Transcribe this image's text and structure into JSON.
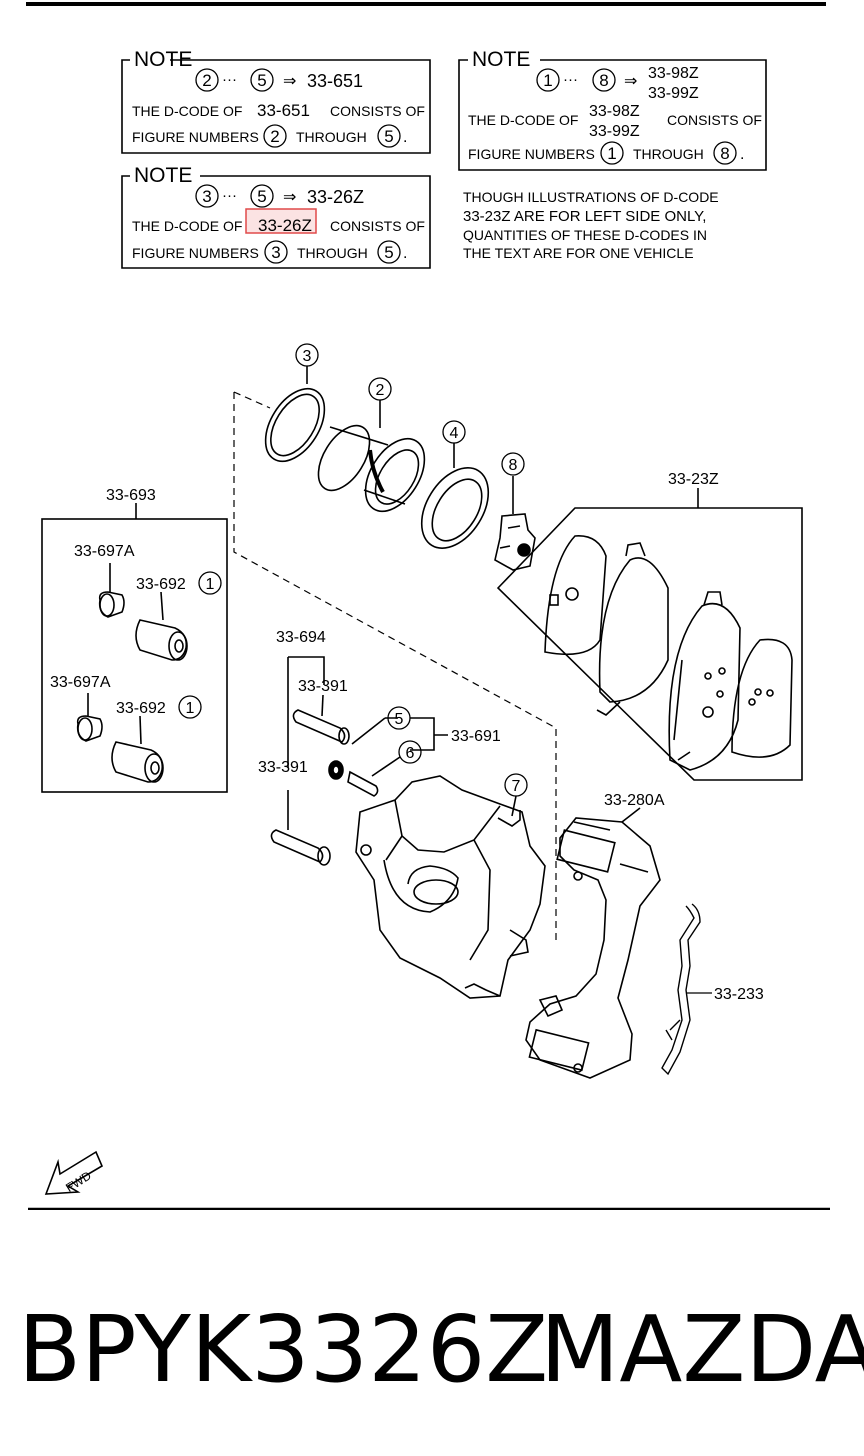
{
  "notes": [
    {
      "heading": "NOTE",
      "range_from": "2",
      "range_to": "5",
      "ellipsis": "···",
      "arrow": "⇒",
      "codes": [
        "33-651"
      ],
      "line1_prefix": "THE D-CODE OF",
      "line1_suffix": "CONSISTS OF",
      "line2_prefix": "FIGURE NUMBERS",
      "line2_mid": "THROUGH",
      "line2_end": "."
    },
    {
      "heading": "NOTE",
      "range_from": "1",
      "range_to": "8",
      "ellipsis": "···",
      "arrow": "⇒",
      "codes": [
        "33-98Z",
        "33-99Z"
      ],
      "line1_prefix": "THE D-CODE OF",
      "line1_suffix": "CONSISTS OF",
      "line2_prefix": "FIGURE NUMBERS",
      "line2_mid": "THROUGH",
      "line2_end": "."
    },
    {
      "heading": "NOTE",
      "range_from": "3",
      "range_to": "5",
      "ellipsis": "···",
      "arrow": "⇒",
      "codes": [
        "33-26Z"
      ],
      "line1_prefix": "THE D-CODE OF",
      "line1_suffix": "CONSISTS OF",
      "line2_prefix": "FIGURE NUMBERS",
      "line2_mid": "THROUGH",
      "line2_end": "."
    }
  ],
  "side_note": [
    "THOUGH  ILLUSTRATIONS  OF  D-CODE",
    "33-23Z   ARE  FOR  LEFT  SIDE  ONLY,",
    "QUANTITIES  OF  THESE  D-CODES  IN",
    "THE  TEXT  ARE  FOR  ONE  VEHICLE"
  ],
  "callouts": {
    "n1": "1",
    "n2": "2",
    "n3": "3",
    "n4": "4",
    "n5": "5",
    "n6": "6",
    "n7": "7",
    "n8": "8"
  },
  "labels": {
    "group_693": "33-693",
    "p697a": "33-697A",
    "p692": "33-692",
    "p694": "33-694",
    "p391": "33-391",
    "p691": "33-691",
    "p23z": "33-23Z",
    "p280a": "33-280A",
    "p233": "33-233"
  },
  "fwd": "FWD",
  "highlight_color": "#e04a4a",
  "caption": {
    "part_number": "BPYK3326Z",
    "brand": "MAZDA"
  }
}
